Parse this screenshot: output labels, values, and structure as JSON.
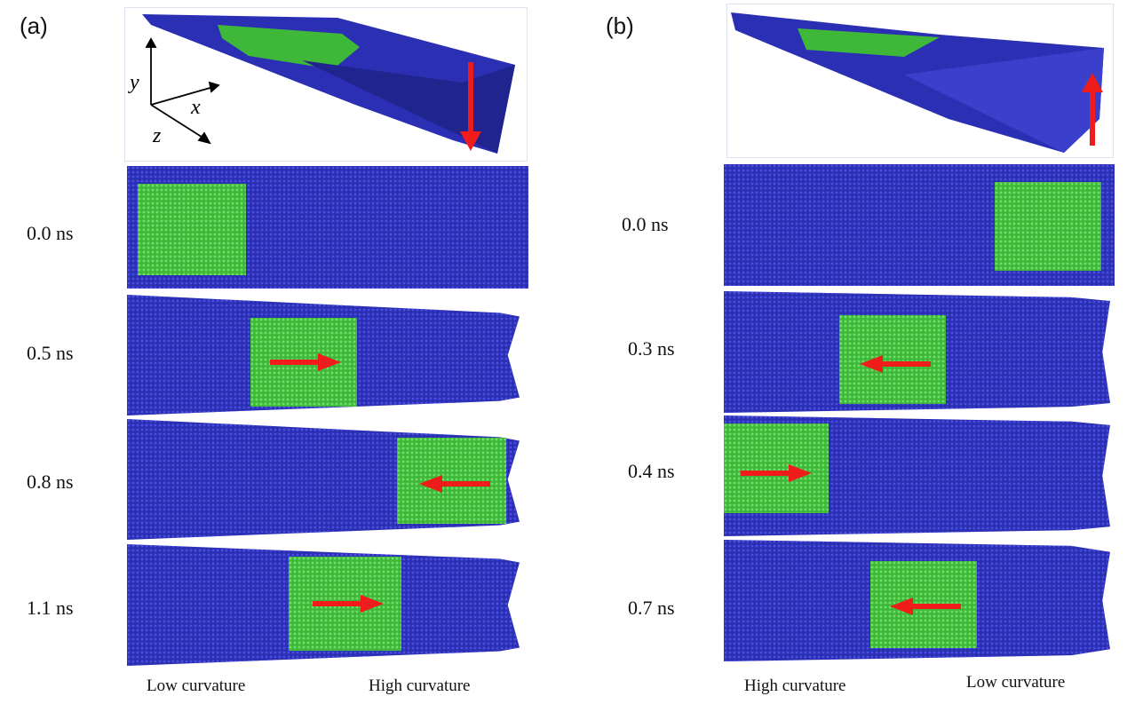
{
  "panel_a": {
    "label": "(a)",
    "axes": {
      "y": "y",
      "x": "x",
      "z": "z"
    },
    "frames": [
      {
        "time": "0.0 ns",
        "arrow": "none"
      },
      {
        "time": "0.5 ns",
        "arrow": "right"
      },
      {
        "time": "0.8 ns",
        "arrow": "left"
      },
      {
        "time": "1.1 ns",
        "arrow": "right"
      }
    ],
    "bottom_left": "Low curvature",
    "bottom_right": "High curvature",
    "bend_arrow": "down"
  },
  "panel_b": {
    "label": "(b)",
    "frames": [
      {
        "time": "0.0 ns",
        "arrow": "none"
      },
      {
        "time": "0.3 ns",
        "arrow": "left"
      },
      {
        "time": "0.4 ns",
        "arrow": "right"
      },
      {
        "time": "0.7 ns",
        "arrow": "left"
      }
    ],
    "bottom_left": "High curvature",
    "bottom_right": "Low curvature",
    "bend_arrow": "up"
  },
  "colors": {
    "sheet": "#2b2fb3",
    "flake": "#3fb83a",
    "arrow": "#f01c1c"
  }
}
